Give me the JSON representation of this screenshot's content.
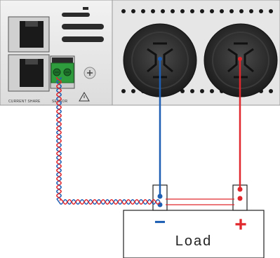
{
  "panel": {
    "current_share_label": "CURRENT SHARE",
    "sensor_label": "SENSOR"
  },
  "load": {
    "label": "Load",
    "minus_sign": "−",
    "plus_sign": "+"
  },
  "colors": {
    "negative_wire": "#1e5fb4",
    "positive_wire": "#e0282d",
    "sense_connector": "#2e9b3c",
    "panel": "#e8e8e8",
    "mesh_panel": "#e6e6e6",
    "terminal_knob": "#2a2a2a"
  },
  "icons": [
    "warning-triangle-icon",
    "screw-icon"
  ]
}
